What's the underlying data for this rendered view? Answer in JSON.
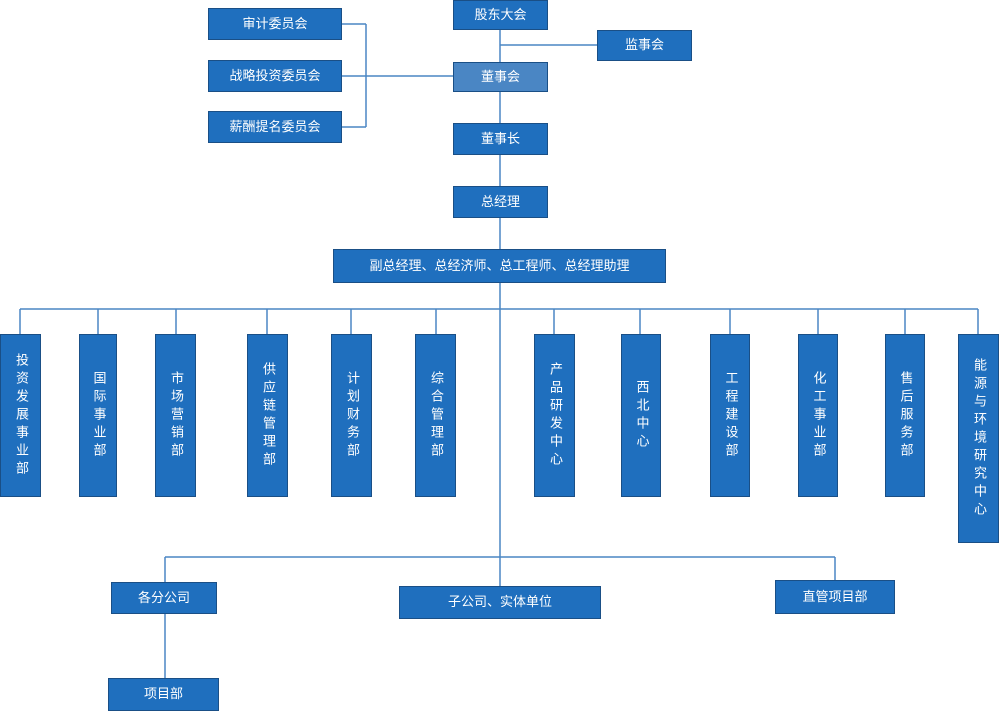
{
  "top": {
    "shareholders": "股东大会",
    "board": "董事会",
    "supervisors": "监事会",
    "chairman": "董事长",
    "gm": "总经理",
    "deputies": "副总经理、总经济师、总工程师、总经理助理"
  },
  "committees": [
    "审计委员会",
    "战略投资委员会",
    "薪酬提名委员会"
  ],
  "departments": [
    "投资发展事业部",
    "国际事业部",
    "市场营销部",
    "供应链管理部",
    "计划财务部",
    "综合管理部",
    "产品研发中心",
    "西北中心",
    "工程建设部",
    "化工事业部",
    "售后服务部",
    "能源与环境研究中心"
  ],
  "subsidiaries": {
    "branches": "各分公司",
    "subs": "子公司、实体单位",
    "direct": "直管项目部",
    "projects": "项目部"
  },
  "colors": {
    "box": "#1f6fbe",
    "box_highlight": "#4a86c4",
    "line": "#4a86c4"
  }
}
